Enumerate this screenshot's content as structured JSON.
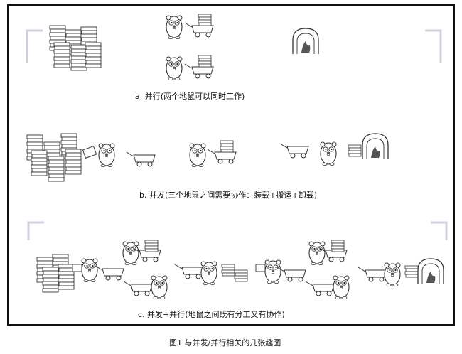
{
  "figure": {
    "panels": [
      {
        "caption": "a. 并行(两个地鼠可以同时工作)"
      },
      {
        "caption": "b. 并发(三个地鼠之间需要协作：装载+搬运+卸载)"
      },
      {
        "caption": "c. 并发+并行(地鼠之间既有分工又有协作)"
      }
    ],
    "figure_caption": "图1 与并发/并行相关的几张趣图"
  },
  "colors": {
    "frame": "#111111",
    "bracket": "#d0d0de",
    "sketch": "#333333",
    "fire": "#555555"
  }
}
